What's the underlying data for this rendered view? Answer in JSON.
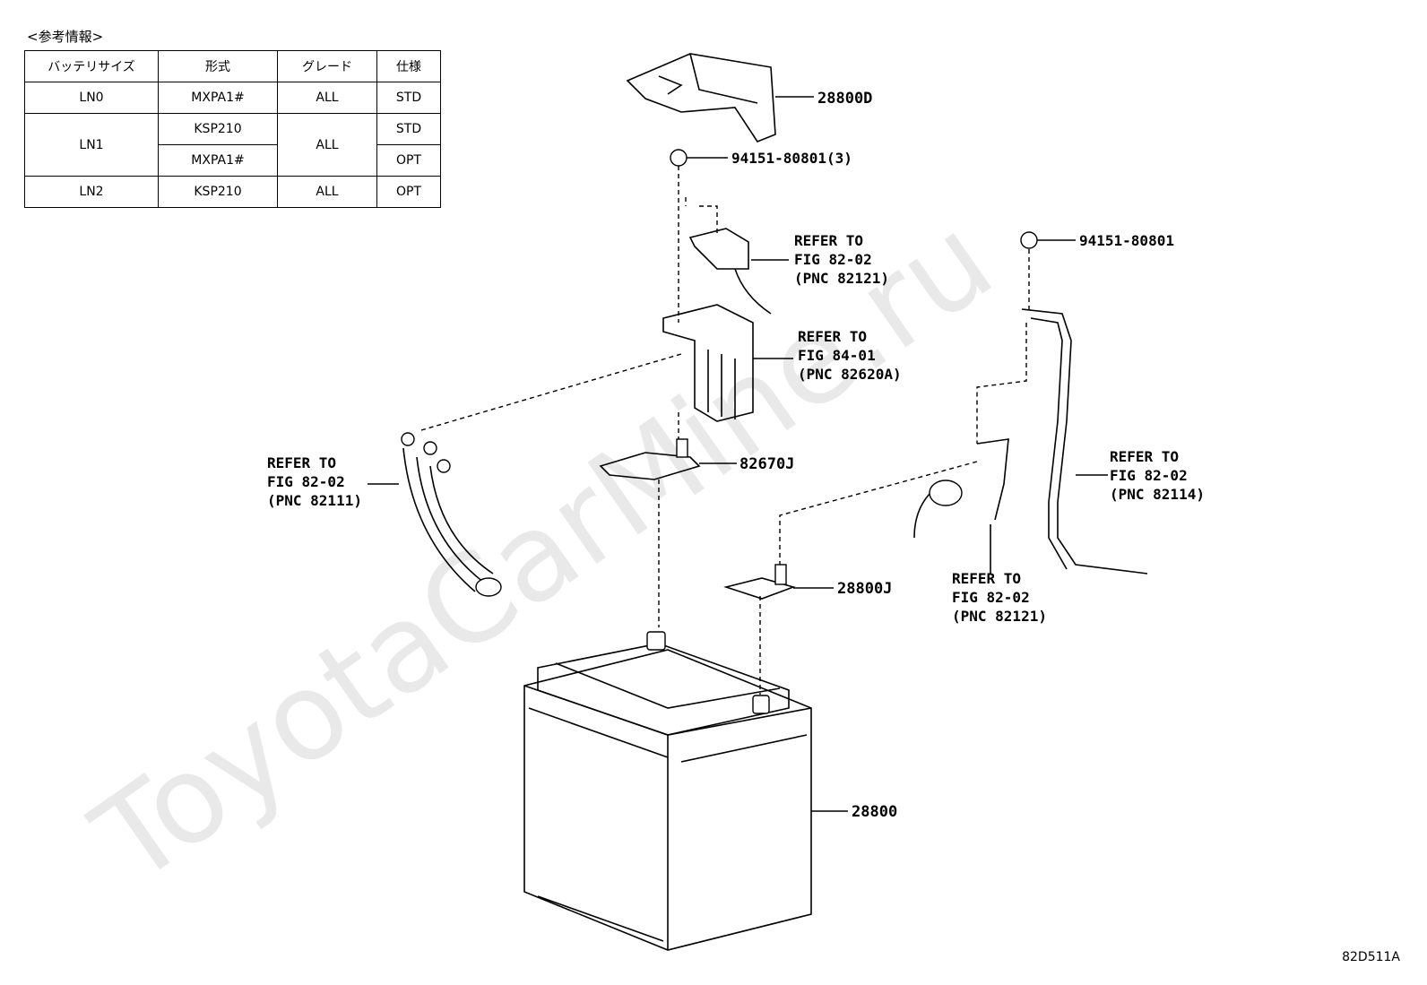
{
  "watermark": "ToyotaCarMine.ru",
  "reference": {
    "title": "<参考情報>",
    "headers": [
      "バッテリサイズ",
      "形式",
      "グレード",
      "仕様"
    ],
    "rows": [
      {
        "size": "LN0",
        "models": [
          "MXPA1#"
        ],
        "grade": "ALL",
        "specs": [
          "STD"
        ]
      },
      {
        "size": "LN1",
        "models": [
          "KSP210",
          "MXPA1#"
        ],
        "grade": "ALL",
        "specs": [
          "STD",
          "OPT"
        ]
      },
      {
        "size": "LN2",
        "models": [
          "KSP210"
        ],
        "grade": "ALL",
        "specs": [
          "OPT"
        ]
      }
    ]
  },
  "parts": {
    "p28800D": "28800D",
    "bolt3": "94151-80801(3)",
    "bolt": "94151-80801",
    "p82670J": "82670J",
    "p28800J": "28800J",
    "p28800": "28800"
  },
  "refs": {
    "r1": [
      "REFER TO",
      "FIG 82-02",
      "(PNC 82121)"
    ],
    "r2": [
      "REFER TO",
      "FIG 84-01",
      "(PNC 82620A)"
    ],
    "r3": [
      "REFER TO",
      "FIG 82-02",
      "(PNC 82111)"
    ],
    "r4": [
      "REFER TO",
      "FIG 82-02",
      "(PNC 82114)"
    ],
    "r5": [
      "REFER TO",
      "FIG 82-02",
      "(PNC 82121)"
    ]
  },
  "figure_id": "82D511A"
}
